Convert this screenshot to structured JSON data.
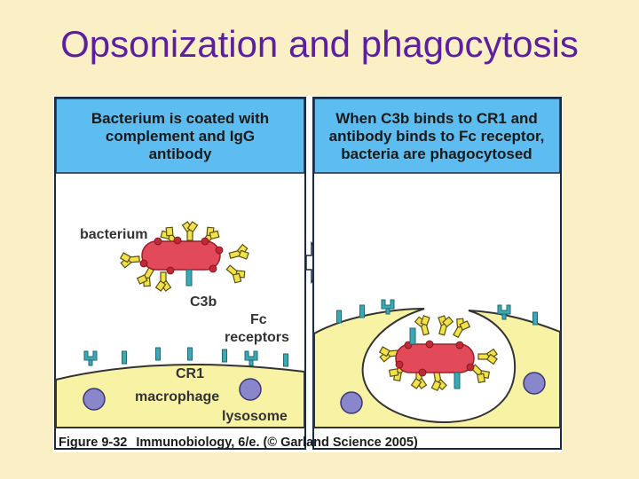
{
  "slide": {
    "title": "Opsonization and phagocytosis"
  },
  "left_panel": {
    "header": [
      "Bacterium is coated with",
      "complement and IgG",
      "antibody"
    ],
    "labels": {
      "bacterium": "bacterium",
      "c3b": "C3b",
      "fc_receptors": [
        "Fc",
        "receptors"
      ],
      "cr1": "CR1",
      "macrophage": "macrophage",
      "lysosome": "lysosome"
    }
  },
  "right_panel": {
    "header": [
      "When C3b binds to CR1 and",
      "antibody binds to Fc receptor,",
      "bacteria are phagocytosed"
    ]
  },
  "caption": {
    "figure": "Figure 9-32",
    "text": "Immunobiology, 6/e. (© Garland Science 2005)"
  },
  "colors": {
    "title": "#5b1fa0",
    "slide_background": "#fbefc6",
    "header_fill": "#5dbdf0",
    "cell_fill": "#f8f2a4",
    "bacterium": "#e24a5a",
    "antibody": "#f2e24a",
    "receptor": "#3aa9b5",
    "lysosome": "#8a86cc"
  },
  "icons": [
    "bacterium-icon",
    "antibody-icon",
    "c3b-icon",
    "receptor-icon",
    "lysosome-icon",
    "arrow-right-icon"
  ]
}
